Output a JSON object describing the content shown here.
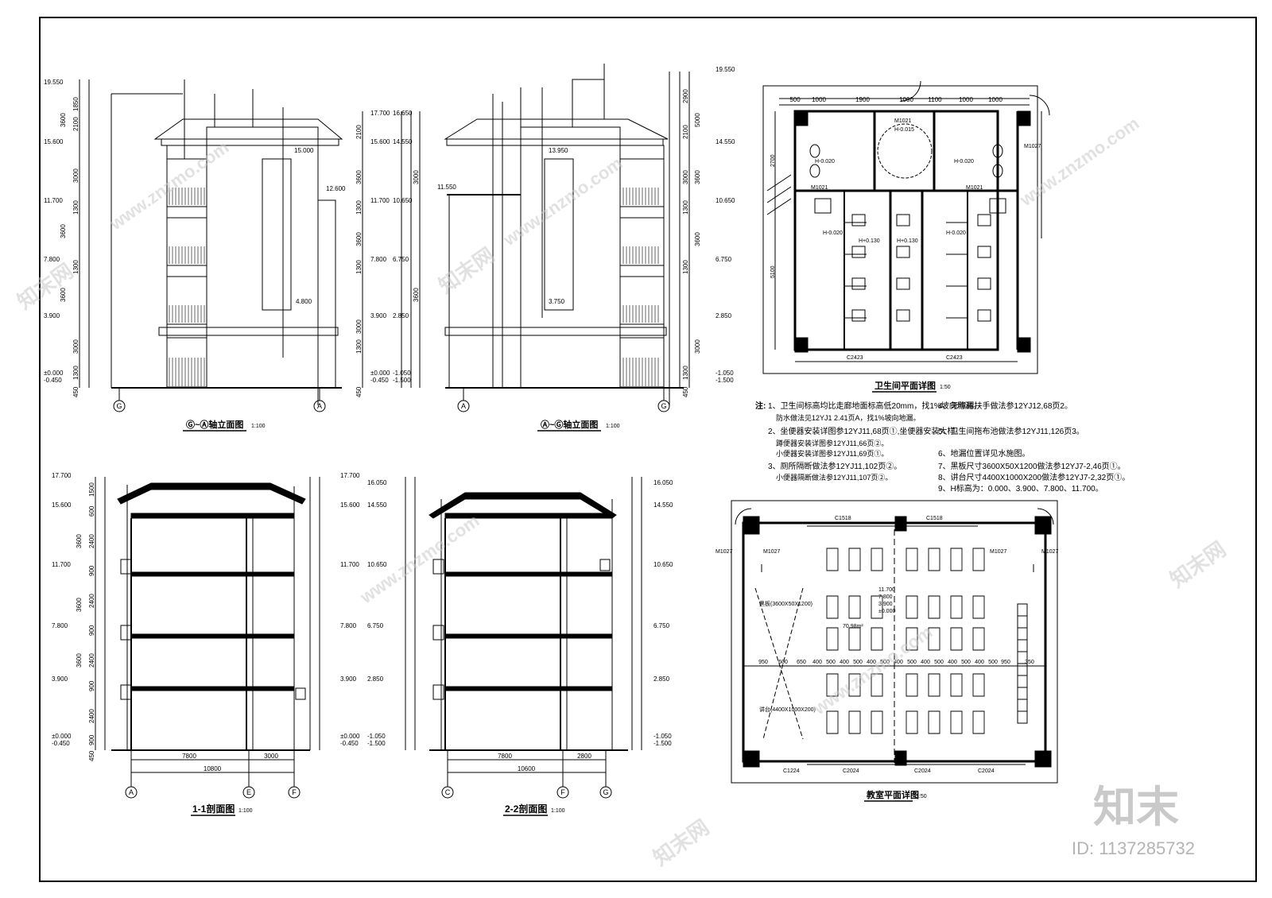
{
  "elev_GA": {
    "title": "Ⓖ~Ⓐ轴立面图",
    "scale": "1:100",
    "left_marks": [
      "19.550",
      "15.600",
      "11.700",
      "7.800",
      "3.900",
      "±0.000",
      "-0.450"
    ],
    "left_dims": [
      "1850",
      "2100",
      "3600",
      "3000",
      "1300",
      "3600",
      "1300",
      "3600",
      "3000",
      "1300",
      "450"
    ],
    "right_marks_a": [
      "17.700",
      "15.600",
      "11.700",
      "7.800",
      "3.900",
      "±0.000",
      "-0.450"
    ],
    "right_marks_b": [
      "16.650",
      "14.550",
      "10.650",
      "6.750",
      "2.850",
      "-1.050",
      "-1.500"
    ],
    "right_dims": [
      "2100",
      "3600",
      "3000",
      "1300",
      "3600",
      "1300",
      "3600",
      "3000",
      "1300",
      "450"
    ],
    "center_marks": [
      "15.000",
      "12.600",
      "4.800"
    ],
    "axis_left": "G",
    "axis_right": "A"
  },
  "elev_AG": {
    "title": "Ⓐ~Ⓖ轴立面图",
    "scale": "1:100",
    "left_marks": [
      "13.950",
      "11.550",
      "3.750"
    ],
    "right_marks": [
      "19.550",
      "14.550",
      "10.650",
      "6.750",
      "2.850",
      "-1.050",
      "-1.500"
    ],
    "right_dims": [
      "2900",
      "5000",
      "2100",
      "3600",
      "3000",
      "1300",
      "3600",
      "1300",
      "3000",
      "1300",
      "450"
    ],
    "axis_left": "A",
    "axis_right": "G"
  },
  "section_11": {
    "title": "1-1剖面图",
    "scale": "1:100",
    "left_marks": [
      "17.700",
      "15.600",
      "11.700",
      "7.800",
      "3.900",
      "±0.000",
      "-0.450"
    ],
    "right_marks": [
      "17.700",
      "15.600",
      "11.700",
      "7.800",
      "3.900",
      "±0.000",
      "-0.450"
    ],
    "dims_bottom": [
      "7800",
      "3000"
    ],
    "total": "10800",
    "axes": [
      "A",
      "E",
      "F"
    ],
    "left_dims": [
      "1500",
      "600",
      "2400",
      "900",
      "3600",
      "2400",
      "900",
      "3600",
      "2400",
      "900",
      "3600",
      "2400",
      "900",
      "450"
    ]
  },
  "section_22": {
    "title": "2-2剖面图",
    "scale": "1:100",
    "left_marks": [
      "16.050",
      "14.550",
      "10.650",
      "6.750",
      "2.850",
      "-1.050",
      "-1.500"
    ],
    "right_marks": [
      "16.050",
      "14.550",
      "10.650",
      "6.750",
      "2.850",
      "-1.050",
      "-1.500"
    ],
    "dims_bottom": [
      "7800",
      "2800"
    ],
    "total": "10600",
    "axes": [
      "C",
      "F",
      "G"
    ]
  },
  "toilet": {
    "title": "卫生间平面详图",
    "scale": "1:50",
    "top_dims": [
      "500",
      "1000",
      "1900",
      "1000",
      "1100",
      "1000",
      "1000"
    ],
    "door_labels": [
      "M1021",
      "M1021",
      "M1021",
      "M1027"
    ],
    "marks": [
      "H-0.020",
      "H-0.015",
      "H-0.020",
      "H-0.020",
      "H+0.130",
      "H+0.130",
      "H-0.020"
    ],
    "window_labels": [
      "C2423",
      "C2423"
    ],
    "side_dims": [
      "2700",
      "5100"
    ]
  },
  "notes": {
    "prefix": "注:",
    "items": [
      "1、卫生间标高均比走廊地面标高低20mm，找1%坡向地漏。",
      "防水做法见12YJ1 2.41页A，找1%坡向地漏。",
      "2、坐便器安装详图参12YJ11,68页①,坐便器安装大样。",
      "蹲便器安装详图参12YJ11,66页②。",
      "小便器安装详图参12YJ11,69页①。",
      "3、厕所隔断做法参12YJ11,102页②。",
      "小便器隔断做法参12YJ11,107页②。",
      "4、无障碍扶手做法参12YJ12,68页2。",
      "5、卫生间拖布池做法参12YJ11,126页3。",
      "6、地漏位置详见水施图。",
      "7、黑板尺寸3600X50X1200做法参12YJ7-2,46页①。",
      "8、讲台尺寸4400X1000X200做法参12YJ7-2,32页①。",
      "9、H标高为：0.000、3.900、7.800、11.700。"
    ]
  },
  "classroom": {
    "title": "教室平面详图",
    "scale": "1:50",
    "windows_top": [
      "C1518",
      "C1518"
    ],
    "windows_bottom": [
      "C1224",
      "C2024",
      "C2024",
      "C2024"
    ],
    "doors": [
      "M1027",
      "M1027",
      "M1027",
      "M1027"
    ],
    "marks": [
      "11.700",
      "7.800",
      "3.900",
      "±0.000"
    ],
    "area": "70.98m²",
    "row_dims": [
      "950",
      "600",
      "650",
      "400",
      "500",
      "400",
      "500",
      "400",
      "500",
      "400",
      "500",
      "400",
      "500",
      "400",
      "500",
      "400",
      "500",
      "950",
      "350"
    ],
    "note": "黑板(3600X50X1200)",
    "ref": "讲台(4400X1000X200)"
  },
  "watermark": {
    "url": "www.znzmo.com",
    "brand_cn": "知末网",
    "logo": "知末",
    "id": "ID: 1137285732"
  }
}
